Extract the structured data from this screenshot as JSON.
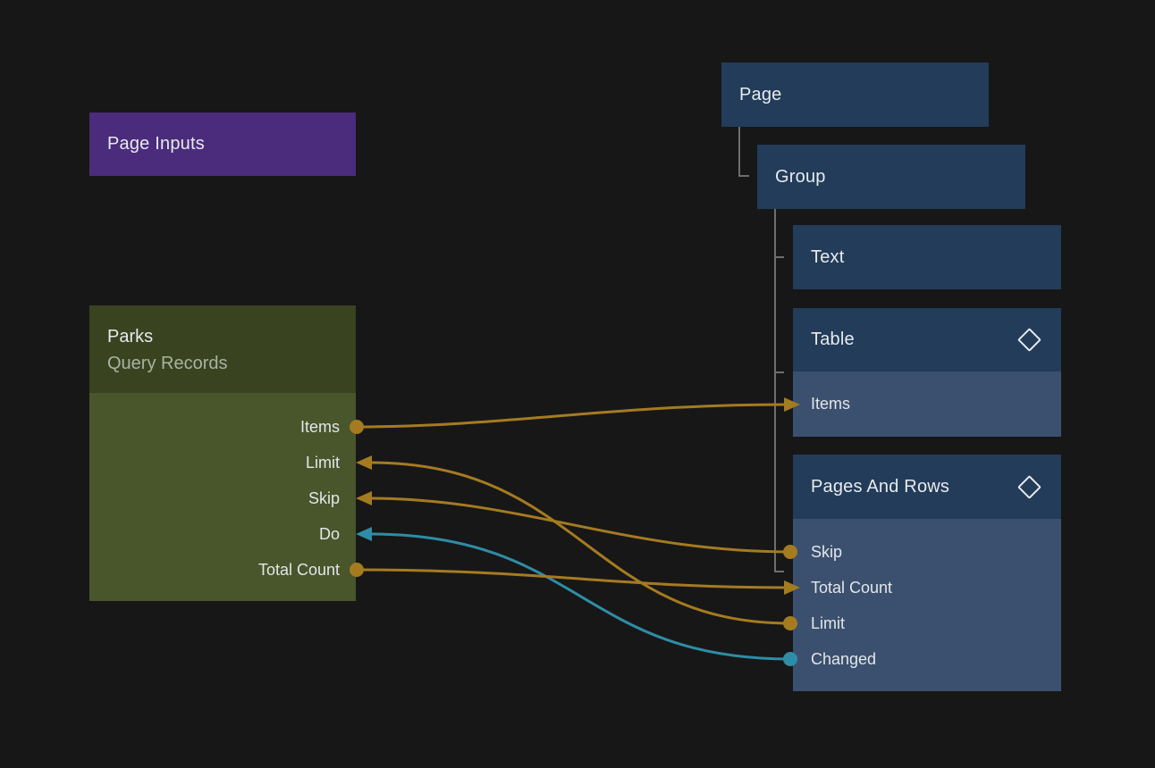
{
  "colors": {
    "background": "#171717",
    "gold": "#A57B20",
    "teal": "#2E8DA6",
    "tree_line": "#6E6E6E",
    "purple": "#4A2B7C",
    "olive_header": "#39431F",
    "olive_body": "#49552B",
    "navy": "#223C5A",
    "navy_row": "#3B506E"
  },
  "page_inputs": {
    "title": "Page Inputs"
  },
  "parks": {
    "title": "Parks",
    "subtitle": "Query Records",
    "ports": {
      "items": {
        "label": "Items",
        "kind": "output",
        "color": "gold"
      },
      "limit": {
        "label": "Limit",
        "kind": "input",
        "color": "gold"
      },
      "skip": {
        "label": "Skip",
        "kind": "input",
        "color": "gold"
      },
      "do": {
        "label": "Do",
        "kind": "input",
        "color": "teal"
      },
      "total_count": {
        "label": "Total Count",
        "kind": "output",
        "color": "gold"
      }
    }
  },
  "nodes": {
    "page": {
      "label": "Page"
    },
    "group": {
      "label": "Group"
    },
    "text": {
      "label": "Text"
    },
    "table": {
      "label": "Table",
      "icon": "diamond-icon",
      "rows": {
        "items": {
          "label": "Items",
          "kind": "input",
          "color": "gold"
        }
      }
    },
    "pages_and_rows": {
      "label": "Pages And Rows",
      "icon": "diamond-icon",
      "rows": {
        "skip": {
          "label": "Skip",
          "kind": "output",
          "color": "gold"
        },
        "total_count": {
          "label": "Total Count",
          "kind": "input",
          "color": "gold"
        },
        "limit": {
          "label": "Limit",
          "kind": "output",
          "color": "gold"
        },
        "changed": {
          "label": "Changed",
          "kind": "output",
          "color": "teal"
        }
      }
    }
  },
  "connections": [
    {
      "from": "Parks.Items",
      "to": "Table.Items",
      "color": "#A57B20"
    },
    {
      "from": "Pages And Rows.Skip",
      "to": "Parks.Skip",
      "color": "#A57B20"
    },
    {
      "from": "Pages And Rows.Limit",
      "to": "Parks.Limit",
      "color": "#A57B20"
    },
    {
      "from": "Pages And Rows.Changed",
      "to": "Parks.Do",
      "color": "#2E8DA6"
    },
    {
      "from": "Parks.Total Count",
      "to": "Pages And Rows.Total Count",
      "color": "#A57B20"
    }
  ]
}
